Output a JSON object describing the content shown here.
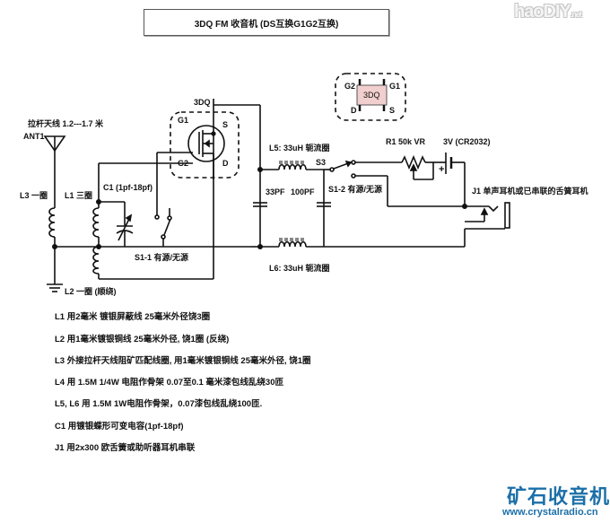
{
  "title": "3DQ FM 收音机 (DS互换G1G2互换)",
  "watermark_top": {
    "text": "haoDIY",
    "suffix": ".net"
  },
  "brand": {
    "name": "矿石收音机",
    "url": "www.crystalradio.cn",
    "color": "#1b6fa8"
  },
  "schematic": {
    "antenna": {
      "label": "拉杆天线 1.2---1.7 米",
      "ref": "ANT1"
    },
    "coils": {
      "L3": "L3 一圈",
      "L1": "L1 三圈",
      "L2": "L2 一圈 (顺绕)",
      "L5": "L5: 33uH 轭流圈",
      "L6": "L6: 33uH 轭流圈"
    },
    "C1": "C1 (1pf-18pf)",
    "transistor": {
      "ref": "3DQ",
      "pins": {
        "G1": "G1",
        "G2": "G2",
        "S": "S",
        "D": "D"
      }
    },
    "package": {
      "label": "3DQ",
      "pins": {
        "G2": "G2",
        "G1": "G1",
        "D": "D",
        "S": "S"
      },
      "fill": "#f2cfcf"
    },
    "capacitors": {
      "c33": "33PF",
      "c100": "100PF"
    },
    "S3": "S3",
    "S1_1": "S1-1 有源/无源",
    "S1_2": "S1-2 有源/无源",
    "R1": "R1 50k VR",
    "battery": {
      "label": "3V (CR2032)",
      "plus": "+"
    },
    "J1": "J1 单声耳机或已串联的舌簧耳机"
  },
  "notes": [
    "L1 用2毫米 镀银屏蔽线 25毫米外径饶3圈",
    "L2 用1毫米镀银铜线 25毫米外径, 饶1圈 (反绕)",
    "L3 外接拉杆天线阻矿匹配线圈, 用1毫米镀银铜线 25毫米外径, 饶1圈",
    "L4 用 1.5M 1/4W 电阻作骨架 0.07至0.1 毫米漆包线乱绕30匝",
    "L5, L6 用 1.5M 1W电阻作骨架，0.07漆包线乱绕100匝.",
    "C1 用镀银蝶形可变电容(1pf-18pf)",
    "J1 用2x300 欧舌簧或助听器耳机串联"
  ]
}
